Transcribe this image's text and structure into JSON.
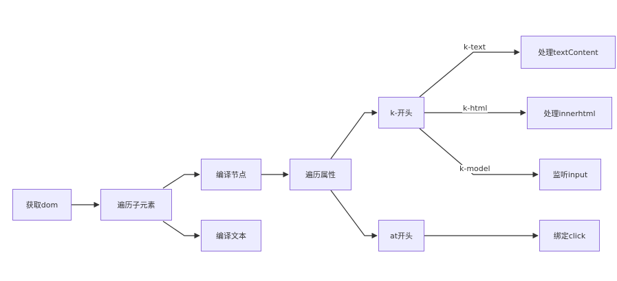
{
  "nodes": {
    "get_dom": "获取dom",
    "traverse_children": "遍历子元素",
    "compile_node": "编译节点",
    "compile_text": "编译文本",
    "traverse_attrs": "遍历属性",
    "k_prefix": "k-开头",
    "at_prefix": "at开头",
    "handle_text_content": "处理textContent",
    "handle_inner_html": "处理innerhtml",
    "listen_input": "监听input",
    "bind_click": "绑定click"
  },
  "edge_labels": {
    "k_text": "k-text",
    "k_html": "k-html",
    "k_model": "k-model"
  },
  "colors": {
    "node_fill": "#ececff",
    "node_border": "#9370db",
    "edge": "#333333",
    "text": "#333333"
  }
}
